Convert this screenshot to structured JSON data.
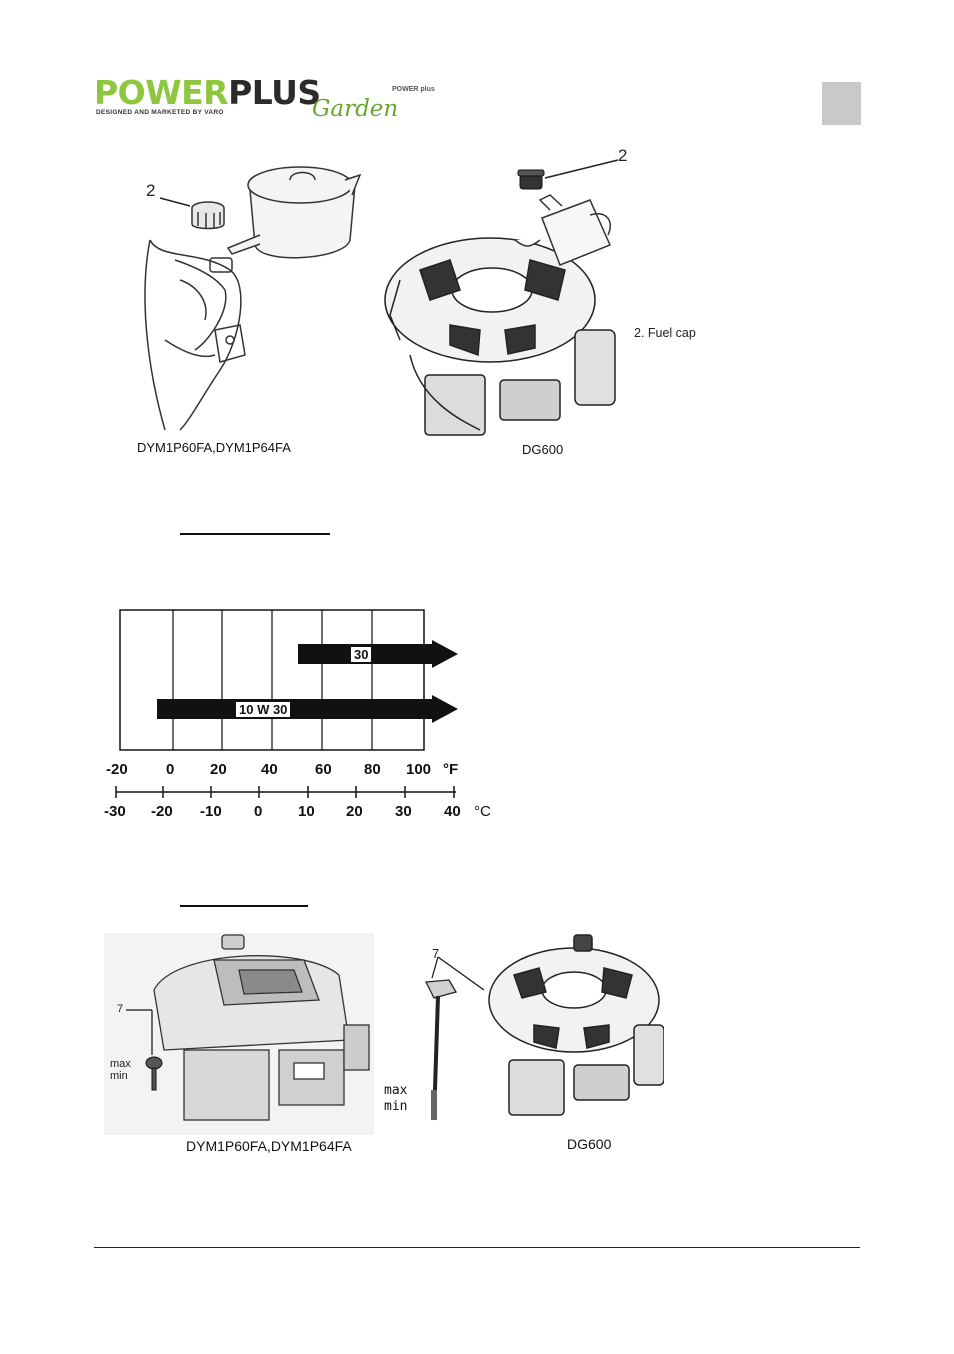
{
  "logo": {
    "brand_part1": "POWER",
    "brand_part2": "PLUS",
    "tagline": "DESIGNED AND MARKETED BY VARO",
    "script": "Garden",
    "small_mark": "POWER plus"
  },
  "fig1": {
    "left_callout": "2",
    "left_caption": "DYM1P60FA,DYM1P64FA",
    "right_callout": "2",
    "right_label": "2. Fuel cap",
    "right_caption": "DG600"
  },
  "oil_chart": {
    "arrow_30": "30",
    "arrow_10w30": "10 W 30",
    "f_ticks": [
      "-20",
      "0",
      "20",
      "40",
      "60",
      "80",
      "100"
    ],
    "f_unit": "°F",
    "c_ticks": [
      "-30",
      "-20",
      "-10",
      "0",
      "10",
      "20",
      "30",
      "40"
    ],
    "c_unit": "°C"
  },
  "fig2": {
    "left_callout": "7",
    "left_max": "max",
    "left_min": "min",
    "left_caption": "DYM1P60FA,DYM1P64FA",
    "right_callout": "7",
    "right_max": "max",
    "right_min": "min",
    "right_caption": "DG600"
  }
}
